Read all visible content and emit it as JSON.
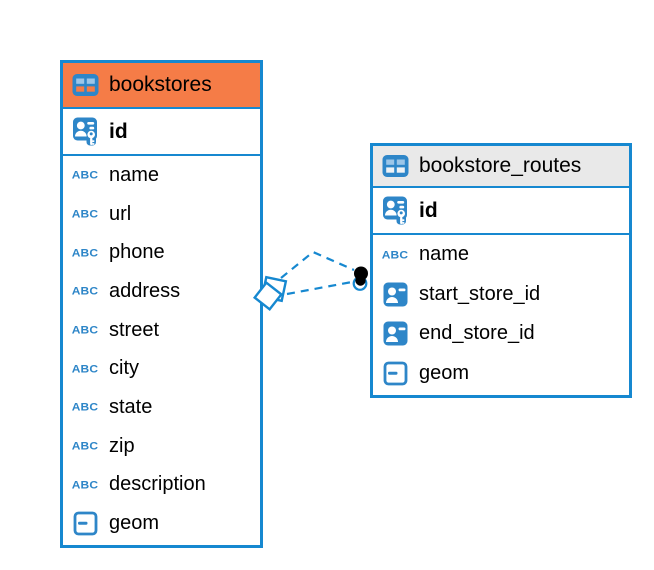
{
  "diagram": {
    "background": "#ffffff",
    "colors": {
      "accent_blue": "#1688d0",
      "icon_blue": "#2e86c8",
      "icon_cell_light_blue": "#9cc6e8",
      "header_orange": "#f57c47",
      "header_gray": "#e9e9e9",
      "text": "#000000",
      "marker_black": "#000000"
    },
    "text_type_badge": "ABC",
    "tables": [
      {
        "name": "bookstores",
        "header_variant": "orange",
        "primary_key": {
          "label": "id"
        },
        "columns": [
          {
            "label": "name",
            "type": "text"
          },
          {
            "label": "url",
            "type": "text"
          },
          {
            "label": "phone",
            "type": "text"
          },
          {
            "label": "address",
            "type": "text"
          },
          {
            "label": "street",
            "type": "text"
          },
          {
            "label": "city",
            "type": "text"
          },
          {
            "label": "state",
            "type": "text"
          },
          {
            "label": "zip",
            "type": "text"
          },
          {
            "label": "description",
            "type": "text"
          },
          {
            "label": "geom",
            "type": "geometry"
          }
        ]
      },
      {
        "name": "bookstore_routes",
        "header_variant": "gray",
        "primary_key": {
          "label": "id"
        },
        "columns": [
          {
            "label": "name",
            "type": "text"
          },
          {
            "label": "start_store_id",
            "type": "reference"
          },
          {
            "label": "end_store_id",
            "type": "reference"
          },
          {
            "label": "geom",
            "type": "geometry"
          }
        ]
      }
    ],
    "relationships": [
      {
        "from": "bookstores",
        "to": "bookstore_routes",
        "style": "dashed"
      },
      {
        "from": "bookstores",
        "to": "bookstore_routes",
        "style": "dashed"
      }
    ]
  }
}
